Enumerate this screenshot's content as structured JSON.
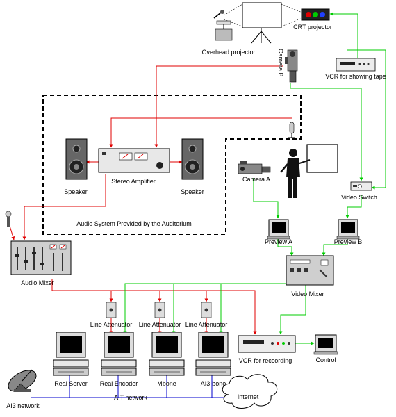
{
  "labels": {
    "overhead_projector": "Overhead projector",
    "crt_projector": "CRT projector",
    "camera_b": "Camera B",
    "vcr_showing": "VCR for showing tape",
    "speaker_left": "Speaker",
    "stereo_amplifier": "Stereo Amplifier",
    "speaker_right": "Speaker",
    "camera_a": "Camera A",
    "video_switch": "Video Switch",
    "audio_system": "Audio System Provided by the Auditorium",
    "preview_a": "Preview A",
    "preview_b": "Preview B",
    "audio_mixer": "Audio Mixer",
    "video_mixer": "Video Mixer",
    "line_attenuator_1": "Line Attenuator",
    "line_attenuator_2": "Line Attenuator",
    "line_attenuator_3": "Line Attenuator",
    "vcr_recording": "VCR for reccording",
    "control": "Control",
    "real_server": "Real Server",
    "real_encoder": "Real Encoder",
    "mbone": "Mbone",
    "ai3_bone": "AI3-bone",
    "ait_network": "AIT network",
    "internet": "Internet",
    "ai3_network": "AI3 network"
  },
  "colors": {
    "audio_link": "#e00000",
    "video_link": "#00cc00",
    "network_link": "#0000cc",
    "boundary": "#000000"
  }
}
